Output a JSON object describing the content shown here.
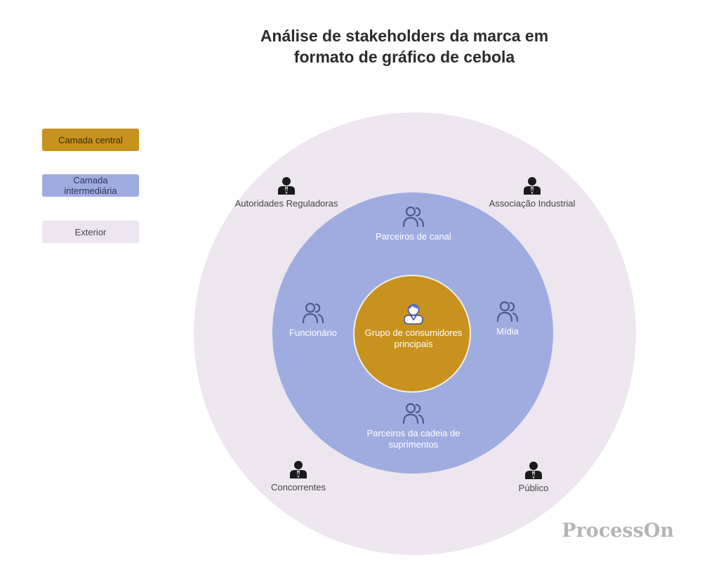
{
  "title": {
    "line1": "Análise de stakeholders da marca em",
    "line2": "formato de gráfico de cebola"
  },
  "legend": {
    "core": "Camada central",
    "middle": "Camada intermediária",
    "outer": "Exterior"
  },
  "colors": {
    "core": "#c8921f",
    "middle": "#9eace0",
    "outer": "#ede6ef"
  },
  "core": {
    "label": "Grupo de consumidores principais",
    "icon": "consumer-user-icon"
  },
  "middle_layer": [
    {
      "label": "Parceiros de canal",
      "icon": "people-group-icon"
    },
    {
      "label": "Funcionário",
      "icon": "people-group-icon"
    },
    {
      "label": "Mídia",
      "icon": "people-group-icon"
    },
    {
      "label": "Parceiros da cadeia de suprimentos",
      "icon": "people-group-icon"
    }
  ],
  "outer_layer": [
    {
      "label": "Autoridades Reguladoras",
      "icon": "business-person-icon"
    },
    {
      "label": "Associação Industrial",
      "icon": "business-person-icon"
    },
    {
      "label": "Concorrentes",
      "icon": "business-person-icon"
    },
    {
      "label": "Público",
      "icon": "business-person-icon"
    }
  ],
  "watermark": "ProcessOn"
}
